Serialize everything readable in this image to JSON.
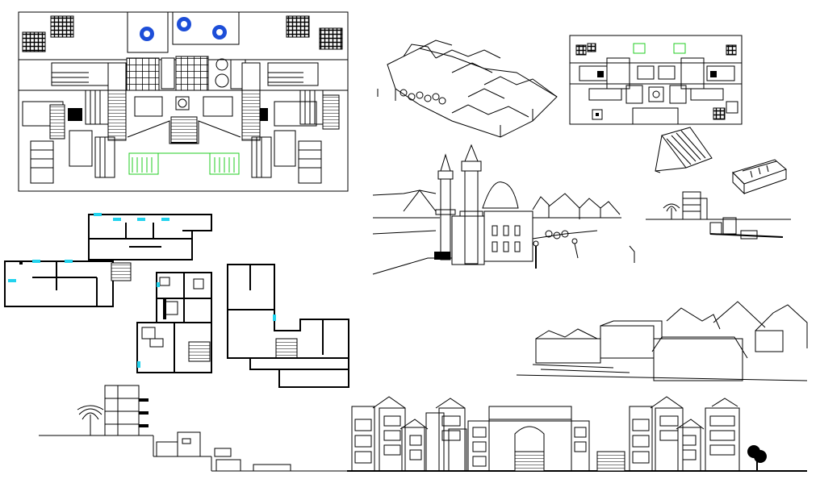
{
  "drawing": {
    "views": [
      "site-plan-large",
      "perspective-block",
      "site-plan-small",
      "roof-detail-a",
      "roof-detail-b",
      "mosque-perspective",
      "side-elevation-right",
      "floor-plan-a",
      "floor-plan-b",
      "floor-plan-c",
      "town-perspective",
      "side-elevation-left",
      "front-elevation"
    ]
  },
  "colors": {
    "lines": "#000000",
    "background": "#ffffff",
    "landscape_highlight": "#22cc22",
    "window_highlight": "#22d3ee",
    "fountain_highlight": "#1d4ed8"
  }
}
